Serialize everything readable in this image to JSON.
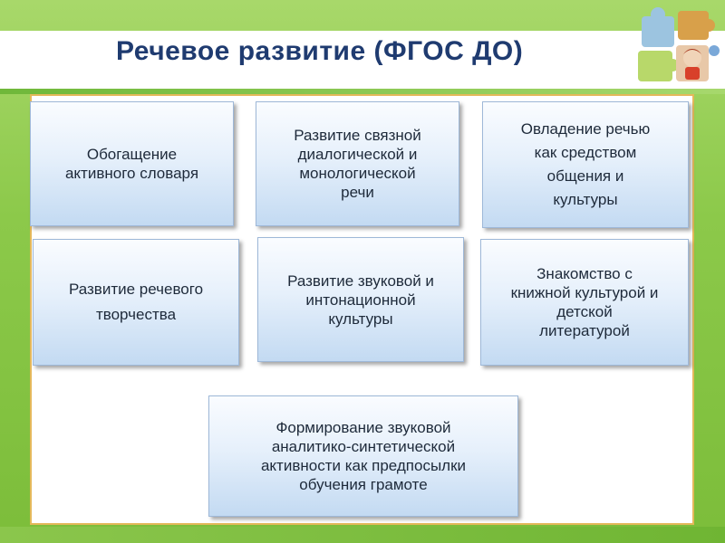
{
  "slide": {
    "title": "Речевое развитие (ФГОС ДО)"
  },
  "boxes": [
    {
      "id": "b1",
      "text": "Обогащение\nактивного словаря"
    },
    {
      "id": "b2",
      "text": "Развитие связной\nдиалогической и\nмонологической\nречи"
    },
    {
      "id": "b3",
      "text": "Овладение речью\nкак средством\nобщения и\nкультуры"
    },
    {
      "id": "b4",
      "text": "Развитие речевого\nтворчества"
    },
    {
      "id": "b5",
      "text": "Развитие звуковой и\nинтонационной\nкультуры"
    },
    {
      "id": "b6",
      "text": "Знакомство с\nкнижной культурой и\nдетской\nлитературой"
    },
    {
      "id": "b7",
      "text": "Формирование звуковой\nаналитико-синтетической\nактивности как предпосылки\nобучения грамоте"
    }
  ],
  "colors": {
    "title": "#1f3b70",
    "background_green": "#8cc94a",
    "panel_border": "#e4b85a",
    "box_fill": "#c3daf2"
  }
}
